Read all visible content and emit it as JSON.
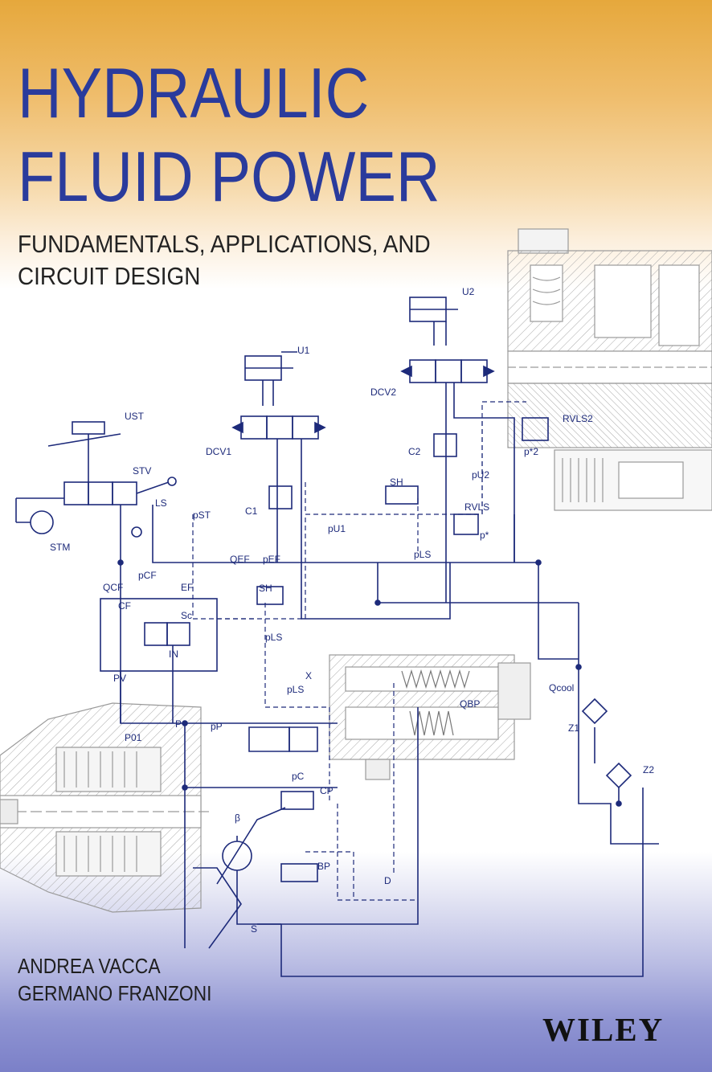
{
  "cover": {
    "title_line1": "HYDRAULIC",
    "title_line2": "FLUID POWER",
    "subtitle_line1": "FUNDAMENTALS, APPLICATIONS, AND",
    "subtitle_line2": "CIRCUIT DESIGN",
    "author1": "ANDREA VACCA",
    "author2": "GERMANO FRANZONI",
    "publisher": "WILEY"
  },
  "diagram_labels": {
    "U1": "U1",
    "U2": "U2",
    "UST": "UST",
    "STV": "STV",
    "STM": "STM",
    "DCV1": "DCV1",
    "DCV2": "DCV2",
    "LS": "LS",
    "PST": "pST",
    "C1": "C1",
    "C2": "C2",
    "SH": "SH",
    "PU1": "pU1",
    "PU2": "pU2",
    "RVLS": "RVLS",
    "RVLS2": "RVLS2",
    "PLS": "pLS",
    "QEF": "QEF",
    "PEF": "pEF",
    "QCF": "QCF",
    "PCF": "pCF",
    "CF": "CF",
    "EF": "EF",
    "IN": "IN",
    "PV": "PV",
    "X": "X",
    "QCOOL": "Qcool",
    "QBP": "QBP",
    "Z1": "Z1",
    "Z2": "Z2",
    "P": "P",
    "P01": "P01",
    "PP": "pP",
    "PC": "pC",
    "CP": "CP",
    "BP": "BP",
    "BETA": "β",
    "D": "D",
    "S": "S",
    "SC": "Sc",
    "PSTAR": "p*",
    "PSTAR2": "p*2"
  },
  "colors": {
    "title": "#2a3b9c",
    "diagram_line": "#1d2a7a",
    "cutaway_line": "#9a9a9a",
    "gradient_top": "#e6a83c",
    "gradient_bottom": "#7b80c8"
  }
}
